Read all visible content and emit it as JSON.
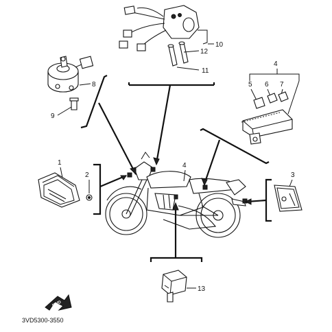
{
  "callouts": {
    "c1": "1",
    "c2": "2",
    "c3": "3",
    "c4_top": "4",
    "c4_bike": "4",
    "c5": "5",
    "c6": "6",
    "c7": "7",
    "c8": "8",
    "c9": "9",
    "c10": "10",
    "c11": "11",
    "c12": "12",
    "c13": "13"
  },
  "fwd_label": "FWD",
  "diagram_code": "3VD5300-3550"
}
